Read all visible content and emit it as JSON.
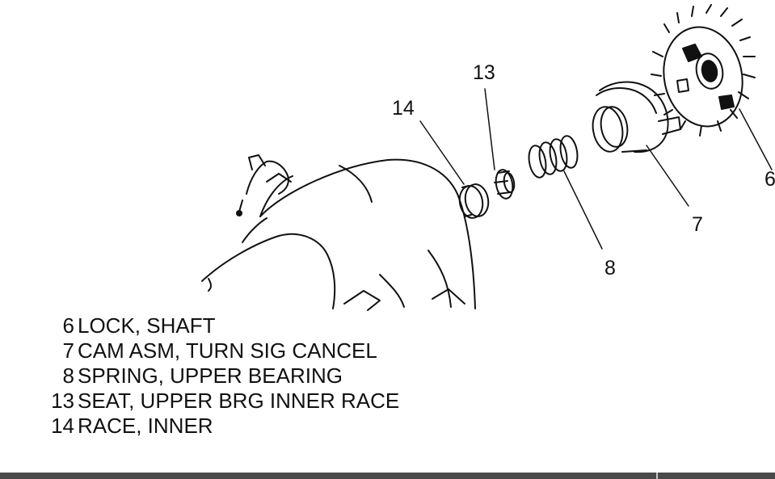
{
  "callouts": {
    "c14": "14",
    "c13": "13",
    "c8": "8",
    "c7": "7",
    "c6": "6"
  },
  "legend": [
    {
      "num": "6",
      "text": "LOCK, SHAFT"
    },
    {
      "num": "7",
      "text": "CAM ASM, TURN SIG CANCEL"
    },
    {
      "num": "8",
      "text": "SPRING, UPPER BEARING"
    },
    {
      "num": "13",
      "text": "SEAT, UPPER BRG INNER RACE"
    },
    {
      "num": "14",
      "text": "RACE, INNER"
    }
  ]
}
